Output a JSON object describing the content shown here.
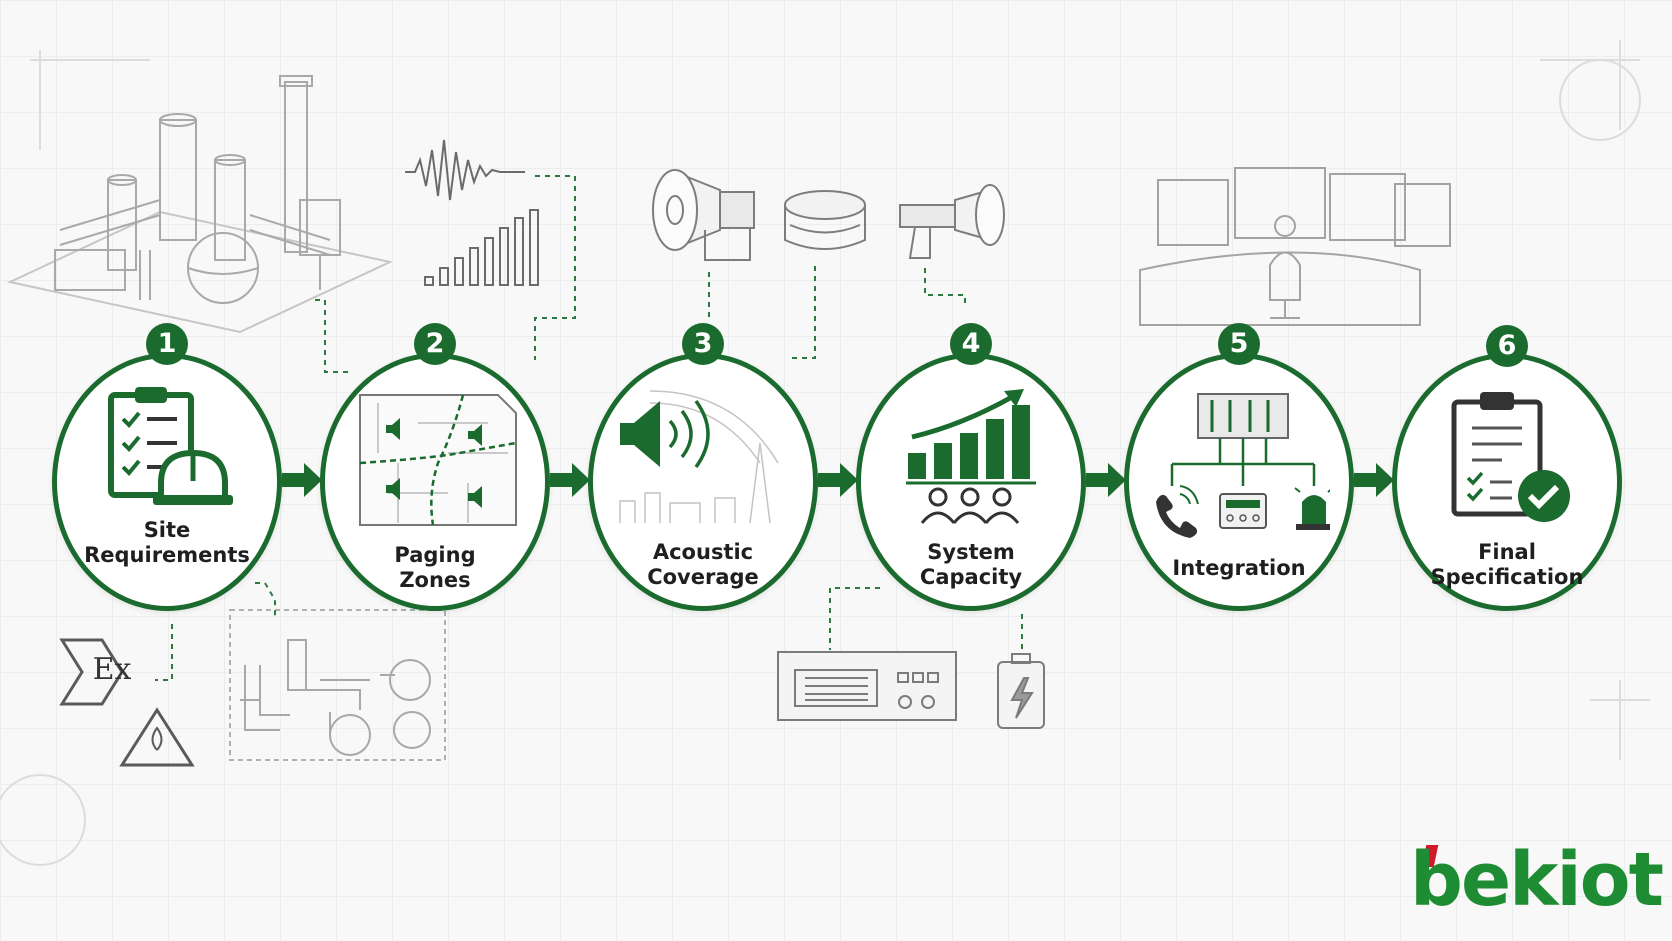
{
  "brand": {
    "logo_text": "bekiot",
    "logo_color": "#1e8c33",
    "logo_accent": "#d0192b"
  },
  "colors": {
    "primary": "#1b6b2f",
    "gray": "#8a8a8a",
    "light_gray": "#c9c9c9"
  },
  "steps": [
    {
      "number": "1",
      "label_lines": [
        "Site",
        "Requirements"
      ],
      "icon": "clipboard-hardhat-icon"
    },
    {
      "number": "2",
      "label_lines": [
        "Paging",
        "Zones"
      ],
      "icon": "zone-map-icon"
    },
    {
      "number": "3",
      "label_lines": [
        "Acoustic",
        "Coverage"
      ],
      "icon": "speaker-waves-icon"
    },
    {
      "number": "4",
      "label_lines": [
        "System",
        "Capacity"
      ],
      "icon": "growth-chart-people-icon"
    },
    {
      "number": "5",
      "label_lines": [
        "Integration",
        ""
      ],
      "icon": "integration-network-icon"
    },
    {
      "number": "6",
      "label_lines": [
        "Final",
        "Specification"
      ],
      "icon": "clipboard-check-icon"
    }
  ],
  "side_marks": {
    "ex_badge": "Ex"
  }
}
